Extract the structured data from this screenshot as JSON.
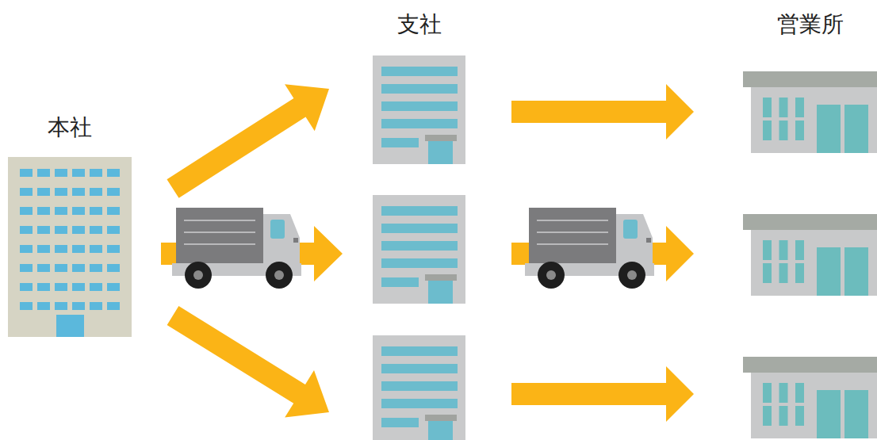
{
  "diagram": {
    "nodes": [
      {
        "text": [
          "本社"
        ]
      },
      {
        "text": [
          "支社"
        ]
      },
      {
        "text": []
      },
      {
        "text": []
      },
      {
        "text": [
          "営業所"
        ]
      },
      {
        "text": []
      },
      {
        "text": []
      }
    ],
    "edges": [
      {
        "from": 0,
        "to": 1,
        "arrow": "to"
      },
      {
        "from": 0,
        "to": 2,
        "arrow": "to"
      },
      {
        "from": 0,
        "to": 3,
        "arrow": "to"
      },
      {
        "from": 1,
        "to": 4,
        "arrow": "to"
      },
      {
        "from": 2,
        "to": 5,
        "arrow": "to"
      },
      {
        "from": 3,
        "to": 6,
        "arrow": "to"
      }
    ]
  }
}
